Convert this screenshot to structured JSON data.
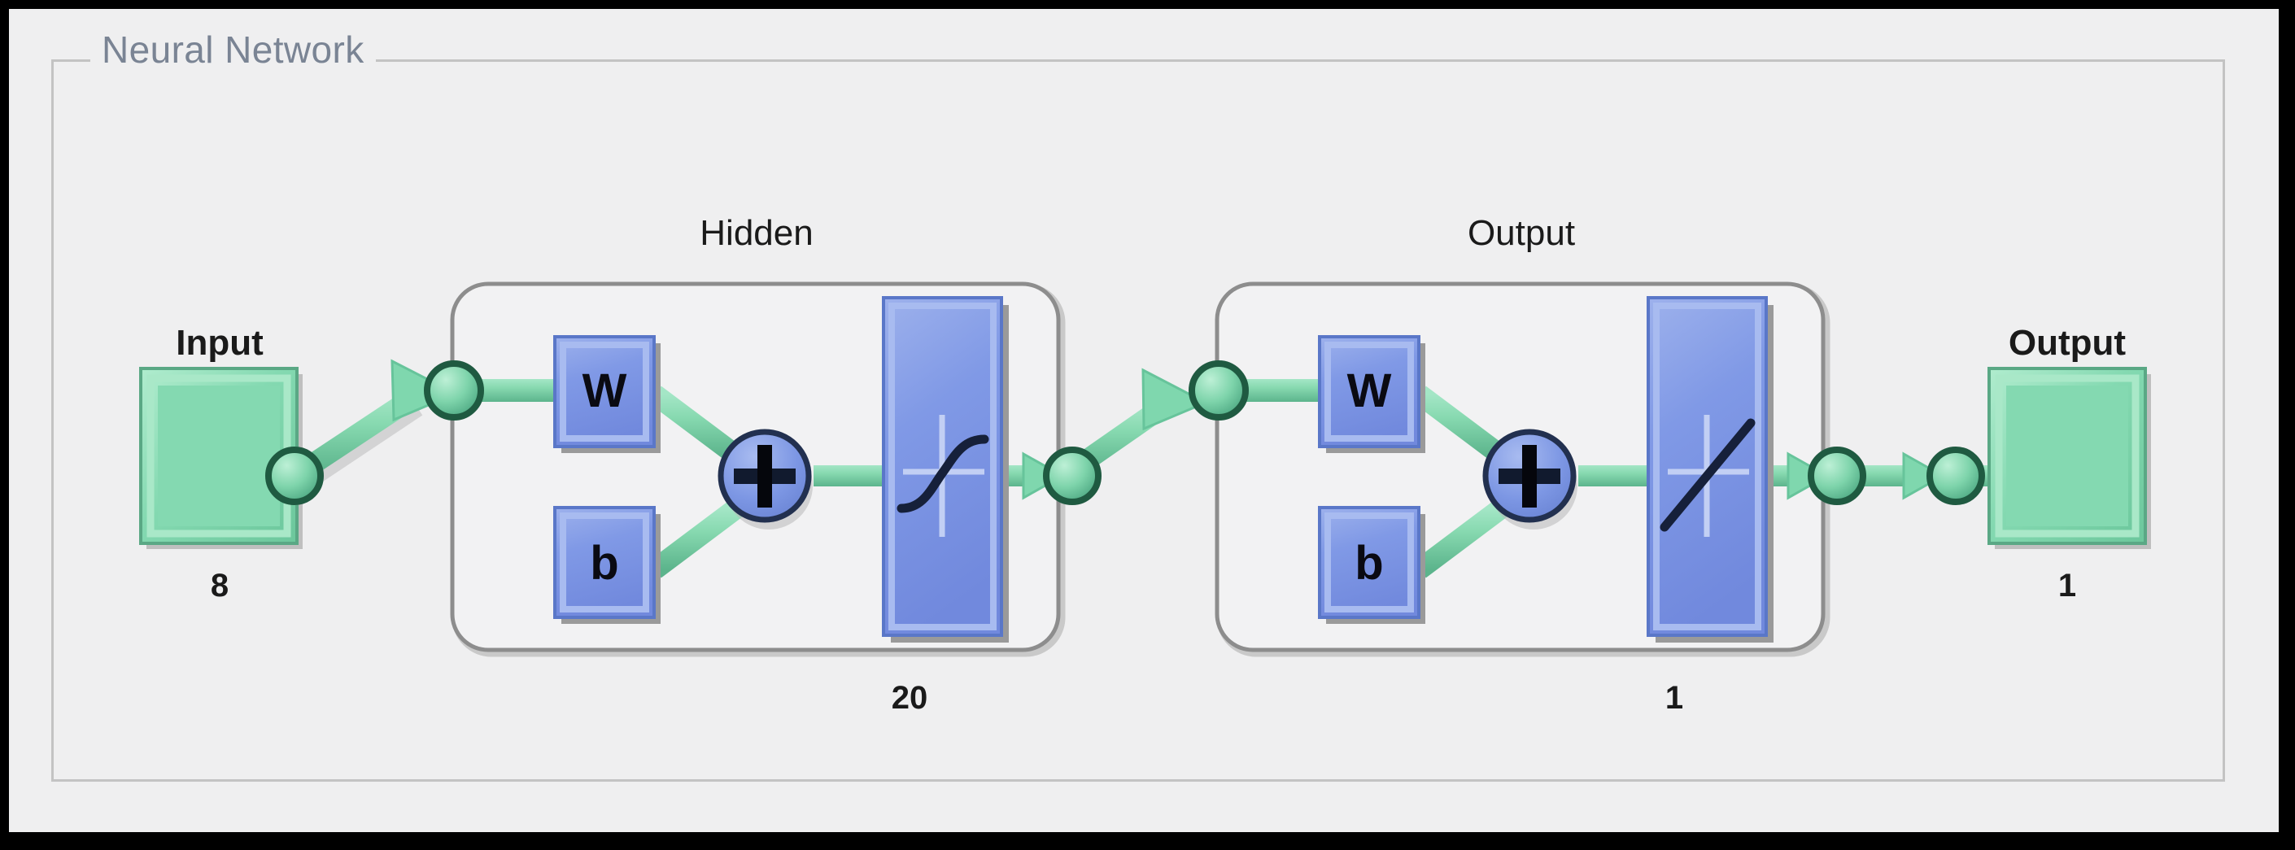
{
  "window": {
    "group_title": "Neural Network",
    "frame_color": "#000000",
    "background_color": "#efeff0",
    "group_border_color": "#c3c3c3",
    "title_color": "#7a8494"
  },
  "palette": {
    "green_fill": "#7fd7ae",
    "green_light": "#a9e8c8",
    "green_dark": "#56a983",
    "green_outline": "#1f5a41",
    "blue_fill": "#7b96e3",
    "blue_light": "#9db1ec",
    "blue_dark": "#5a77c8",
    "blue_outline": "#2b3a5c",
    "box_border": "#8a8a8a",
    "box_shadow": "#bdbdbd",
    "glyph_color": "#0a0a12"
  },
  "diagram": {
    "type": "neural-network-architecture",
    "input": {
      "label": "Input",
      "size": "8",
      "icon": "input-block-icon"
    },
    "output": {
      "label": "Output",
      "size": "1",
      "icon": "output-block-icon"
    },
    "layers": [
      {
        "id": "hidden",
        "label": "Hidden",
        "size": "20",
        "weight_label": "W",
        "bias_label": "b",
        "sum_label": "+",
        "transfer_function": "tansig",
        "transfer_icon": "sigmoid-curve-icon"
      },
      {
        "id": "output",
        "label": "Output",
        "size": "1",
        "weight_label": "W",
        "bias_label": "b",
        "sum_label": "+",
        "transfer_function": "purelin",
        "transfer_icon": "linear-line-icon"
      }
    ]
  }
}
